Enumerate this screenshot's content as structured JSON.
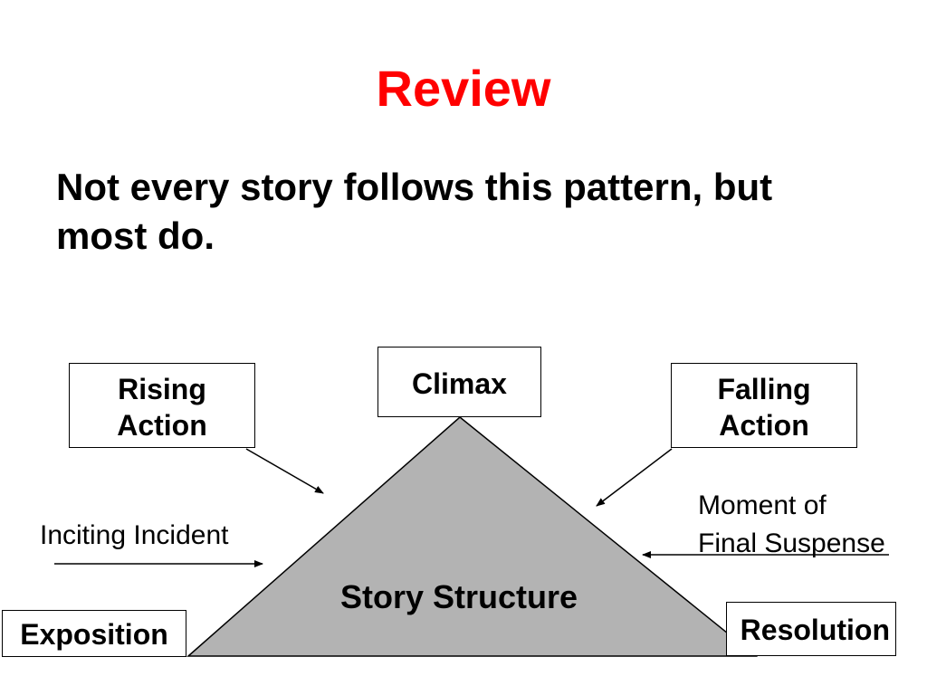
{
  "slide": {
    "title": "Review",
    "body": "Not every story follows this pattern, but most do."
  },
  "diagram": {
    "center_label": "Story Structure",
    "boxes": {
      "rising_action": [
        "Rising",
        "Action"
      ],
      "climax": "Climax",
      "falling_action": [
        "Falling",
        "Action"
      ],
      "exposition": "Exposition",
      "resolution": "Resolution"
    },
    "annotations": {
      "inciting_incident": "Inciting Incident",
      "moment_of_final_suspense": [
        "Moment of",
        "Final Suspense"
      ]
    },
    "colors": {
      "title": "#ff0000",
      "triangle_fill": "#b3b3b3",
      "outline": "#000000"
    }
  }
}
